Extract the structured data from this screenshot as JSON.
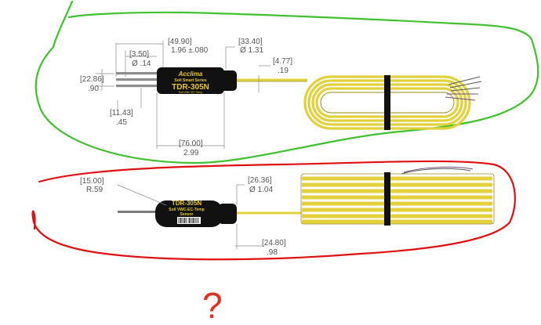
{
  "colors": {
    "top_circle": "#3fc22d",
    "bottom_circle": "#e01010",
    "question_mark": "#e03020",
    "cable": "#e2d13b",
    "cable_dark": "#9c8a10",
    "sensor_body": "#111111",
    "sensor_text": "#e8c82a"
  },
  "top_sensor": {
    "brand": "Acclima",
    "series": "Soil Smart Series",
    "model": "TDR-305N",
    "tagline": "Soil VWC EC Temp",
    "dims": {
      "spacing": {
        "mm": "[3.50]",
        "in": "Ø .14"
      },
      "body_length": {
        "mm": "[49.90]",
        "in": "1.96  ±.080"
      },
      "body_diameter": {
        "mm": "[33.40]",
        "in": "Ø 1.31"
      },
      "cable_diameter": {
        "mm": "[4.77]",
        "in": ".19"
      },
      "probe_height": {
        "mm": "[22.86]",
        "in": ".90"
      },
      "probe_pitch": {
        "mm": "[11.43]",
        "in": ".45"
      },
      "probe_length": {
        "mm": "[76.00]",
        "in": "2.99"
      }
    }
  },
  "bottom_sensor": {
    "model": "TDR-305N",
    "line1": "Soil VWC-EC-Temp",
    "line2": "Sensor",
    "dims": {
      "radius": {
        "mm": "[15.00]",
        "in": "R.59"
      },
      "body_diameter": {
        "mm": "[26.36]",
        "in": "Ø 1.04"
      },
      "probe_length": {
        "mm": "[24.80]",
        "in": ".98"
      }
    }
  },
  "annotation": {
    "question": "?"
  }
}
